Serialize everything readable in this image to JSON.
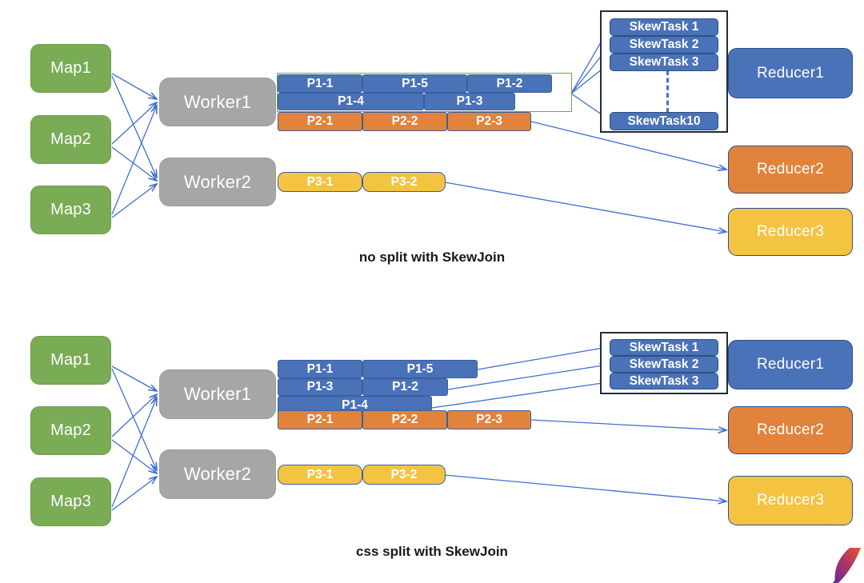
{
  "colors": {
    "map_green": "#7aab55",
    "worker_gray": "#a6a6a6",
    "blue": "#4a72b8",
    "orange": "#e1833b",
    "amber": "#f5c342",
    "arrow_blue": "#3f6fd1",
    "highlight_green": "#6aa84f",
    "skewbox_border": "#222b3a",
    "text_dark": "#17181a"
  },
  "diagrams": [
    {
      "id": "top",
      "caption": "no split with SkewJoin",
      "maps": [
        {
          "label": "Map1"
        },
        {
          "label": "Map2"
        },
        {
          "label": "Map3"
        }
      ],
      "workers": [
        {
          "label": "Worker1"
        },
        {
          "label": "Worker2"
        }
      ],
      "partition_rows": [
        {
          "kind": "blue",
          "cells": [
            "P1-1",
            "P1-5",
            "P1-2"
          ]
        },
        {
          "kind": "blue",
          "cells": [
            "P1-4",
            "P1-3"
          ]
        },
        {
          "kind": "orange",
          "cells": [
            "P2-1",
            "P2-2",
            "P2-3"
          ]
        },
        {
          "kind": "amber",
          "cells": [
            "P3-1",
            "P3-2"
          ]
        }
      ],
      "skew_tasks": [
        "SkewTask 1",
        "SkewTask 2",
        "SkewTask 3",
        "SkewTask10"
      ],
      "skew_has_ellipsis": true,
      "reducers": [
        {
          "label": "Reducer1",
          "kind": "blue"
        },
        {
          "label": "Reducer2",
          "kind": "orange"
        },
        {
          "label": "Reducer3",
          "kind": "amber"
        }
      ]
    },
    {
      "id": "bottom",
      "caption": "css split with SkewJoin",
      "maps": [
        {
          "label": "Map1"
        },
        {
          "label": "Map2"
        },
        {
          "label": "Map3"
        }
      ],
      "workers": [
        {
          "label": "Worker1"
        },
        {
          "label": "Worker2"
        }
      ],
      "partition_rows": [
        {
          "kind": "blue",
          "cells": [
            "P1-1",
            "P1-5"
          ]
        },
        {
          "kind": "blue",
          "cells": [
            "P1-3",
            "P1-2"
          ]
        },
        {
          "kind": "blue",
          "cells": [
            "P1-4"
          ]
        },
        {
          "kind": "orange",
          "cells": [
            "P2-1",
            "P2-2",
            "P2-3"
          ]
        },
        {
          "kind": "amber",
          "cells": [
            "P3-1",
            "P3-2"
          ]
        }
      ],
      "skew_tasks": [
        "SkewTask 1",
        "SkewTask 2",
        "SkewTask 3"
      ],
      "skew_has_ellipsis": false,
      "reducers": [
        {
          "label": "Reducer1",
          "kind": "blue"
        },
        {
          "label": "Reducer2",
          "kind": "orange"
        },
        {
          "label": "Reducer3",
          "kind": "amber"
        }
      ]
    }
  ],
  "watermark": {
    "name": "apache-feather-logo"
  }
}
